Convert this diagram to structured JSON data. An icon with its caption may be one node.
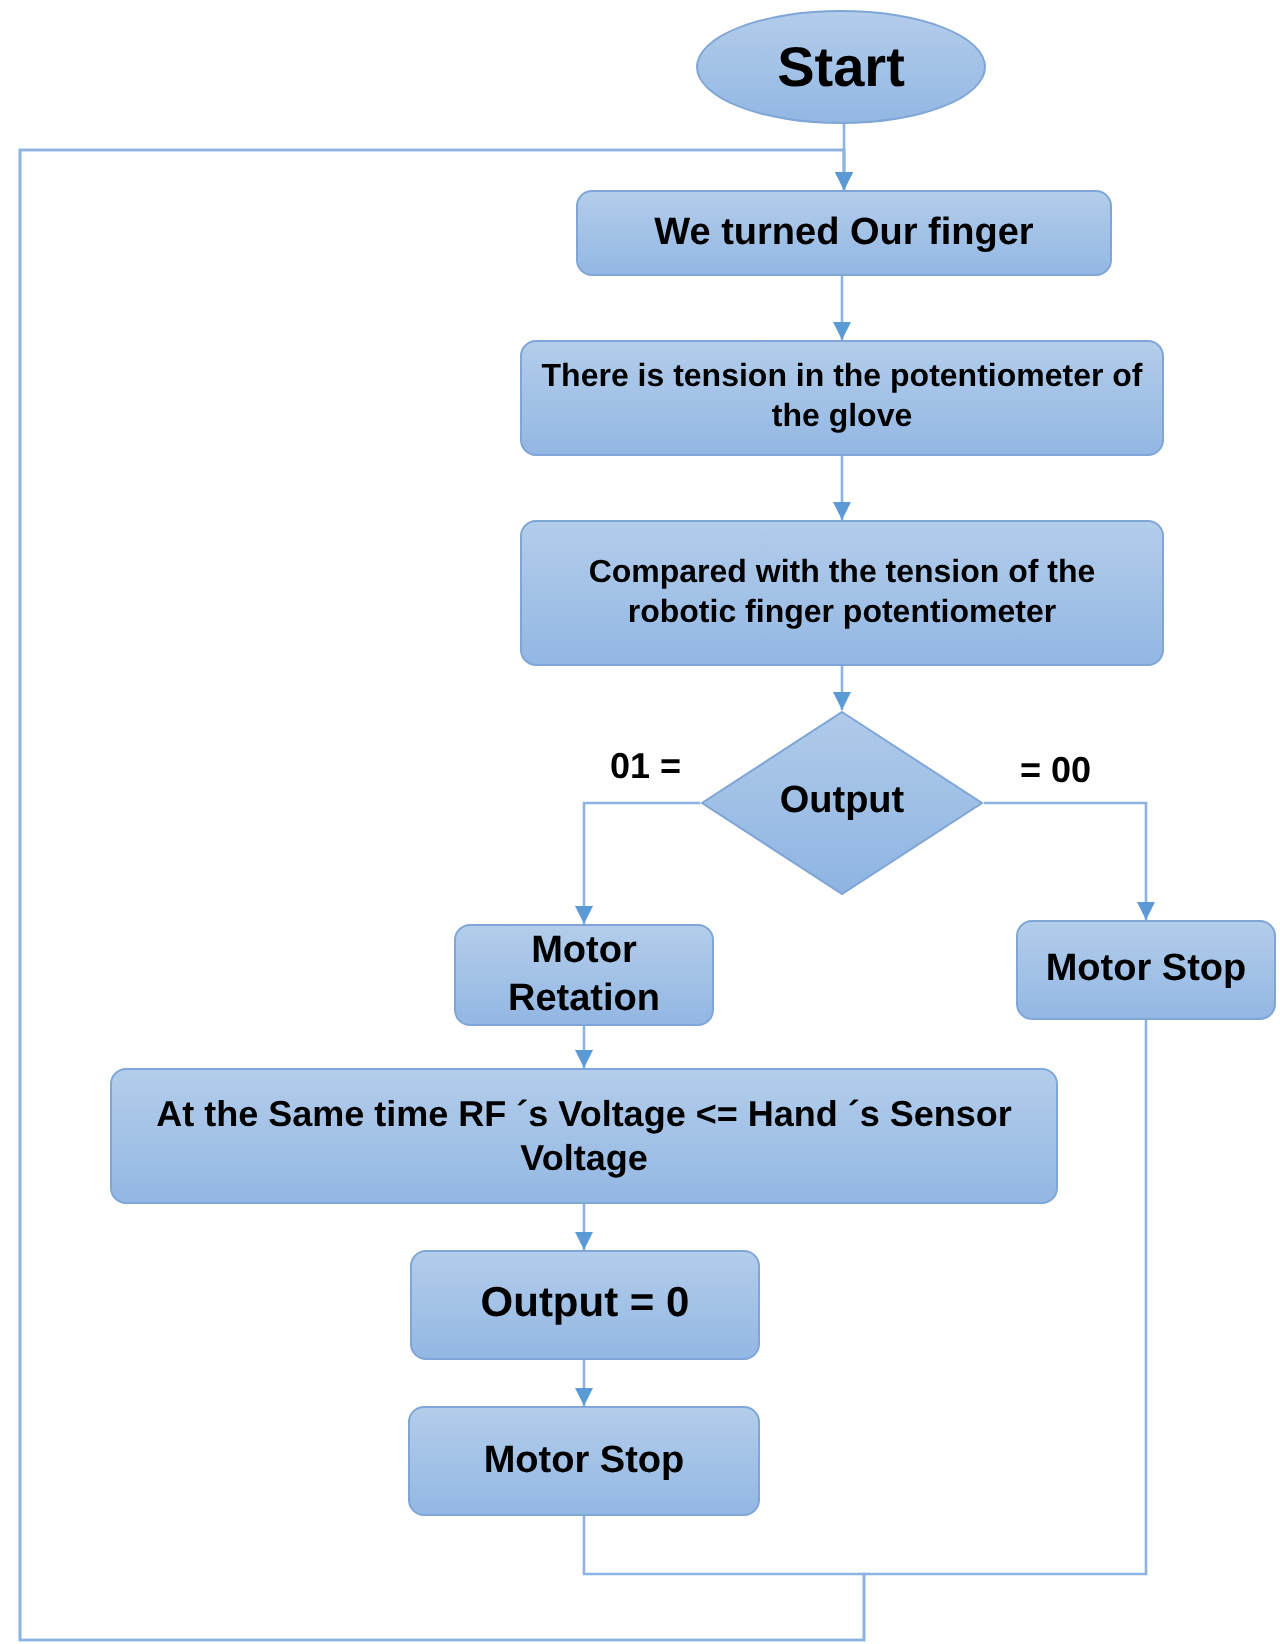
{
  "diagram": {
    "nodes": [
      {
        "text": [
          "Start"
        ]
      },
      {
        "text": [
          "We turned Our finger"
        ]
      },
      {
        "text": [
          "There is tension in the potentiometer of the glove"
        ]
      },
      {
        "text": [
          "Compared with the tension of the robotic finger potentiometer"
        ]
      },
      {
        "text": [
          "Output"
        ]
      },
      {
        "text": [
          "Motor Retation"
        ]
      },
      {
        "text": [
          "Motor Stop"
        ]
      },
      {
        "text": [
          "At the Same time RF ´s Voltage <= Hand ´s Sensor Voltage"
        ]
      },
      {
        "text": [
          "Output = 0"
        ]
      },
      {
        "text": [
          "Motor Stop"
        ]
      }
    ],
    "edges": [
      {
        "from": 0,
        "to": 1,
        "arrow": "to"
      },
      {
        "from": 1,
        "to": 2,
        "arrow": "to"
      },
      {
        "from": 2,
        "to": 3,
        "arrow": "to"
      },
      {
        "from": 3,
        "to": 4,
        "arrow": "to"
      },
      {
        "from": 4,
        "to": 5,
        "arrow": "to",
        "label": "01 ="
      },
      {
        "from": 4,
        "to": 6,
        "arrow": "to",
        "label": "= 00"
      },
      {
        "from": 5,
        "to": 7,
        "arrow": "to"
      },
      {
        "from": 7,
        "to": 8,
        "arrow": "to"
      },
      {
        "from": 8,
        "to": 9,
        "arrow": "to"
      },
      {
        "from": 9,
        "to": 1,
        "arrow": "to"
      },
      {
        "from": 6,
        "to": 1,
        "arrow": "to"
      }
    ]
  }
}
